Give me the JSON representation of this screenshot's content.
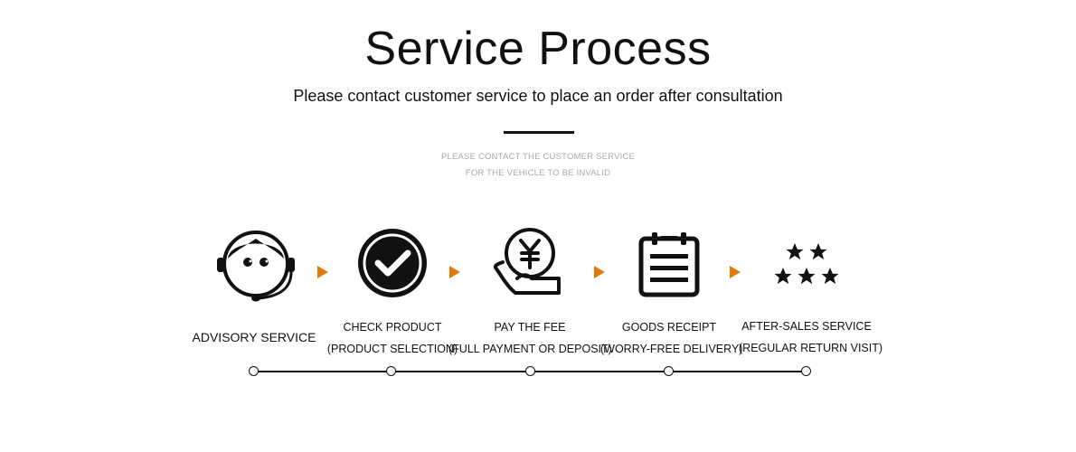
{
  "header": {
    "title": "Service Process",
    "subtitle": "Please contact customer service to place an order after consultation",
    "note_line1": "PLEASE CONTACT THE CUSTOMER SERVICE",
    "note_line2": "FOR THE VEHICLE TO BE INVALID"
  },
  "colors": {
    "text": "#111111",
    "muted": "#a8a8a8",
    "accent": "#e07b0b"
  },
  "steps": [
    {
      "icon": "customer-service-headset-icon",
      "title": "ADVISORY SERVICE",
      "detail": ""
    },
    {
      "icon": "checkmark-circle-icon",
      "title": "CHECK PRODUCT",
      "detail": "(PRODUCT SELECTION)"
    },
    {
      "icon": "yen-coin-hand-icon",
      "title": "PAY THE FEE",
      "detail": "(FULL PAYMENT OR DEPOSIT)"
    },
    {
      "icon": "calendar-receipt-icon",
      "title": "GOODS RECEIPT",
      "detail": "(WORRY-FREE DELIVERY)"
    },
    {
      "icon": "five-stars-icon",
      "title": "AFTER-SALES SERVICE",
      "detail": "(REGULAR RETURN VISIT)"
    }
  ],
  "arrow_icon": "play-arrow-icon"
}
